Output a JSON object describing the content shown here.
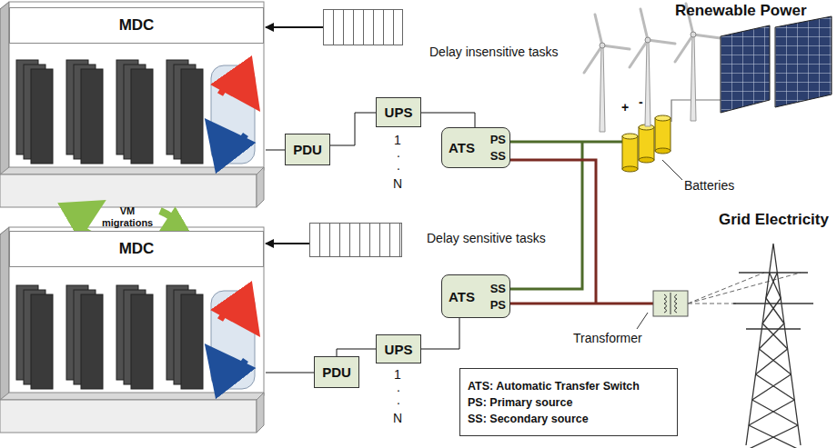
{
  "diagram": {
    "nodes": [
      {
        "text": [
          "MDC"
        ]
      },
      {
        "text": [
          "Delay insensitive tasks"
        ]
      },
      {
        "text": [
          "PDU"
        ]
      },
      {
        "text": [
          "UPS"
        ]
      },
      {
        "text": [
          "ATS",
          "PS",
          "SS"
        ]
      },
      {
        "text": [
          "MDC"
        ]
      },
      {
        "text": [
          "Delay sensitive tasks"
        ]
      },
      {
        "text": [
          "ATS",
          "SS",
          "PS"
        ]
      },
      {
        "text": [
          "UPS"
        ]
      },
      {
        "text": [
          "PDU"
        ]
      },
      {
        "text": [
          "ATS: Automatic Transfer Switch",
          "PS: Primary source",
          "SS: Secondary source"
        ]
      }
    ],
    "edges": [
      {
        "from": 1,
        "to": 0,
        "arrow": "to"
      },
      {
        "from": 0,
        "to": 2,
        "arrow": "none"
      },
      {
        "from": 2,
        "to": 3,
        "arrow": "none"
      },
      {
        "from": 3,
        "to": 4,
        "arrow": "none"
      },
      {
        "from": 6,
        "to": 5,
        "arrow": "to"
      },
      {
        "from": 5,
        "to": 9,
        "arrow": "none"
      },
      {
        "from": 9,
        "to": 8,
        "arrow": "none"
      },
      {
        "from": 8,
        "to": 7,
        "arrow": "none"
      }
    ],
    "labels": [
      "Renewable Power",
      "Grid Electricity",
      "Batteries",
      "Transformer",
      "VM migrations",
      "1",
      ".",
      ".",
      "N",
      "1",
      ".",
      ".",
      "N",
      "+",
      "-"
    ]
  }
}
